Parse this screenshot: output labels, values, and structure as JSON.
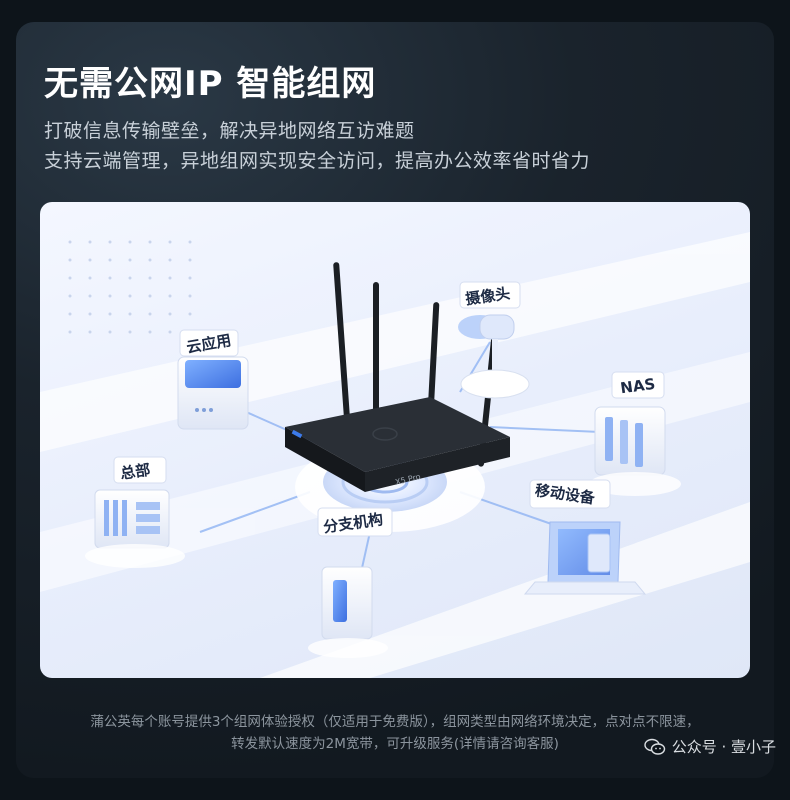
{
  "header": {
    "title": "无需公网IP  智能组网",
    "subtitle_line1": "打破信息传输壁垒，解决异地网络互访难题",
    "subtitle_line2": "支持云端管理，异地组网实现安全访问，提高办公效率省时省力"
  },
  "diagram": {
    "router_model": "X5 Pro",
    "nodes": {
      "cloud_app": "云应用",
      "camera": "摄像头",
      "nas": "NAS",
      "headquarters": "总部",
      "branch": "分支机构",
      "mobile": "移动设备"
    }
  },
  "footer": {
    "disclaimer_line1": "蒲公英每个账号提供3个组网体验授权（仅适用于免费版），组网类型由网络环境决定，点对点不限速，",
    "disclaimer_line2": "转发默认速度为2M宽带，可升级服务(详情请咨询客服)",
    "watermark": "公众号 · 壹小子"
  },
  "colors": {
    "card_bg": "#1a232c",
    "title": "#ffffff",
    "accent_blue": "#3d7bea"
  }
}
